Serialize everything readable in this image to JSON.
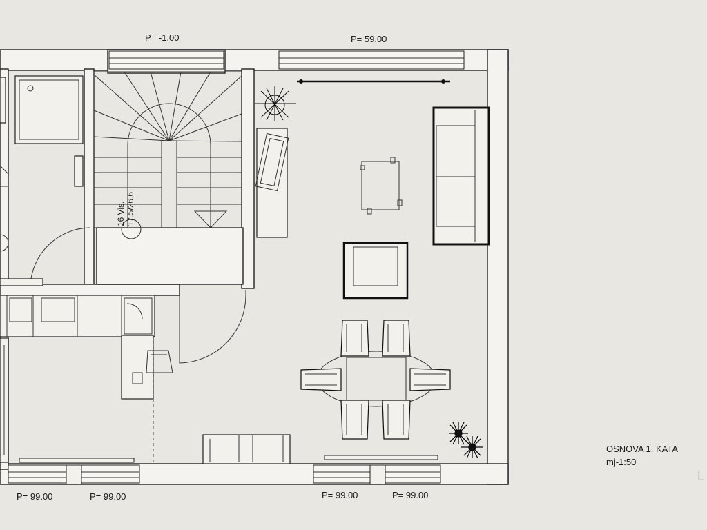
{
  "window_labels": {
    "top_left": "P= -1.00",
    "top_right": "P= 59.00",
    "bottom_1": "P= 99.00",
    "bottom_2": "P= 99.00",
    "bottom_3": "P= 99.00",
    "bottom_4": "P= 99.00"
  },
  "stair": {
    "line1": "16 Vis.",
    "line2": "17.5/26.6"
  },
  "title_block": {
    "title": "OSNOVA 1. KATA",
    "scale": "mj-1:50",
    "corner_mark": "L"
  }
}
